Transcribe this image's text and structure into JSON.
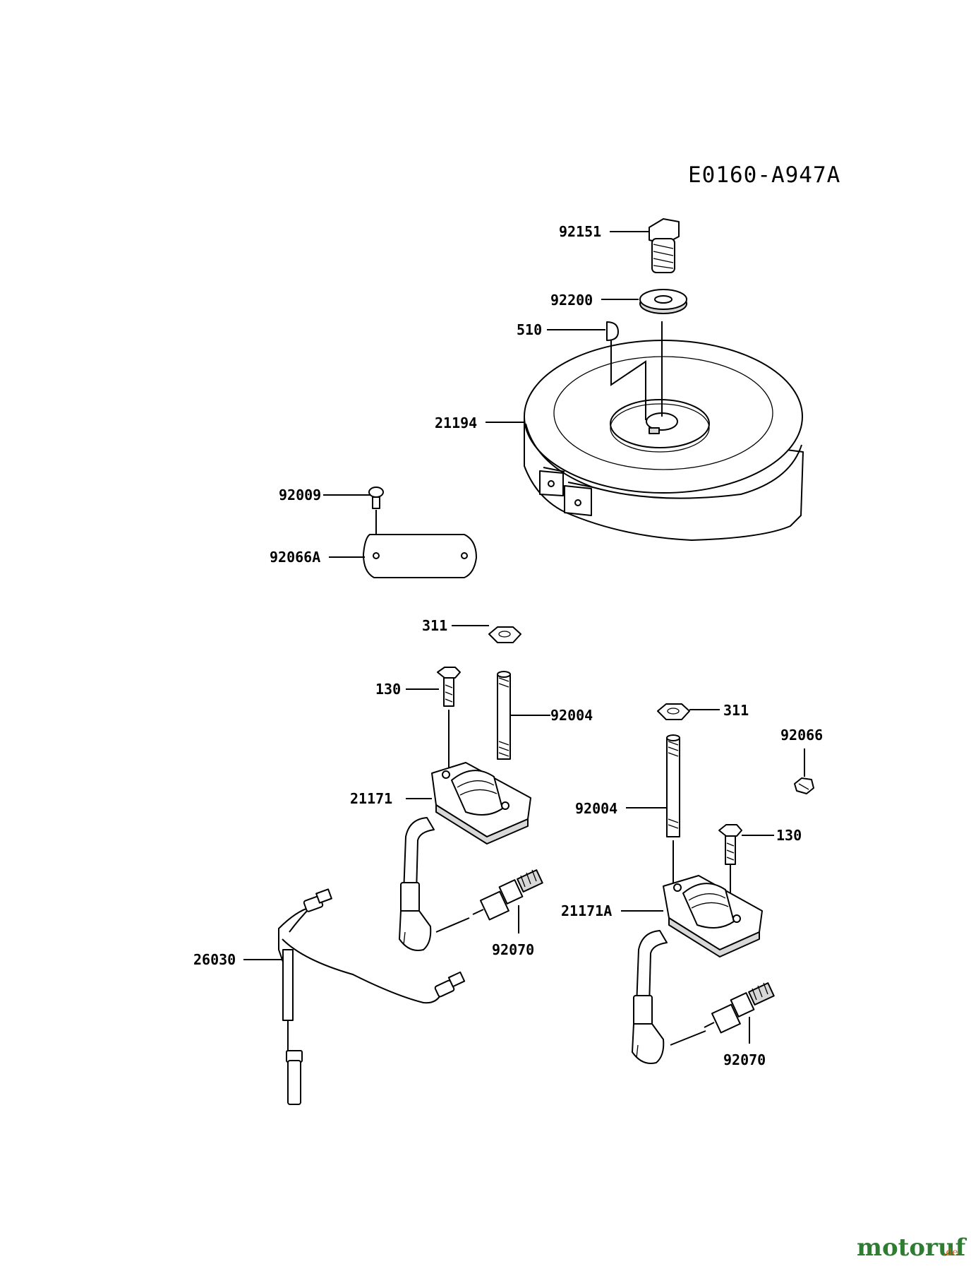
{
  "diagram_code": "E0160-A947A",
  "parts": {
    "p92151": "92151",
    "p92200": "92200",
    "p510": "510",
    "p21194": "21194",
    "p92009": "92009",
    "p92066A": "92066A",
    "p311_left": "311",
    "p130_left": "130",
    "p92004_left": "92004",
    "p21171": "21171",
    "p26030": "26030",
    "p92070_left": "92070",
    "p311_right": "311",
    "p92066": "92066",
    "p92004_right": "92004",
    "p130_right": "130",
    "p21171A": "21171A",
    "p92070_right": "92070"
  },
  "watermark": {
    "text_main": "motoruf",
    "text_suffix": ".de",
    "color_main": "#2e7d32",
    "color_accent": "#e65100"
  }
}
